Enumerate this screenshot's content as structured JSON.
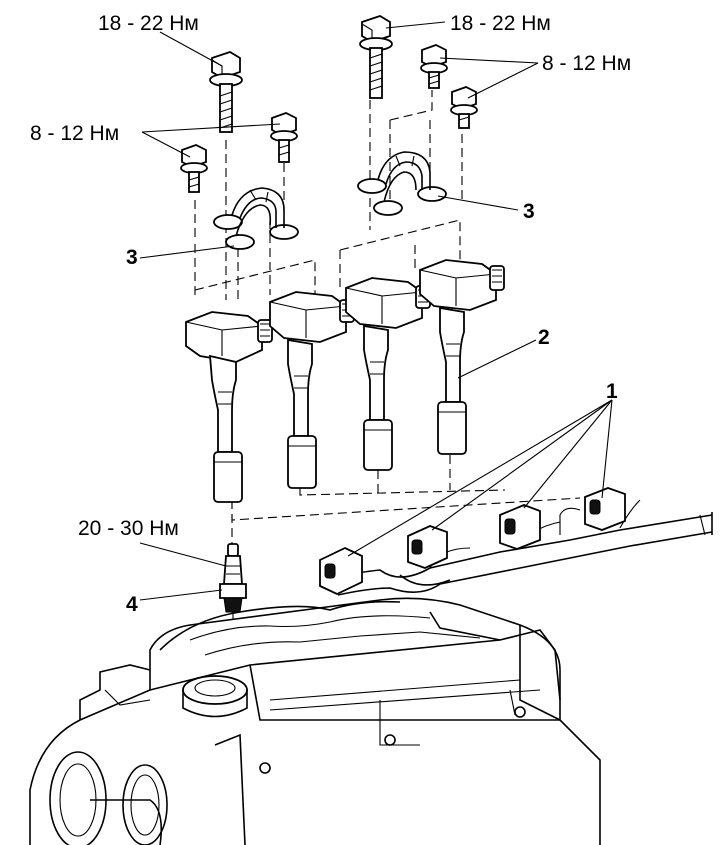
{
  "labels": {
    "torque_bolt_left": "18 - 22 Нм",
    "torque_bolt_right": "18 - 22 Нм",
    "torque_small_left": "8 - 12 Нм",
    "torque_small_right": "8 - 12 Нм",
    "torque_spark_plug": "20 - 30 Нм"
  },
  "callouts": {
    "connector": "1",
    "coil": "2",
    "bracket_right": "3",
    "bracket_left": "3",
    "spark_plug": "4"
  }
}
